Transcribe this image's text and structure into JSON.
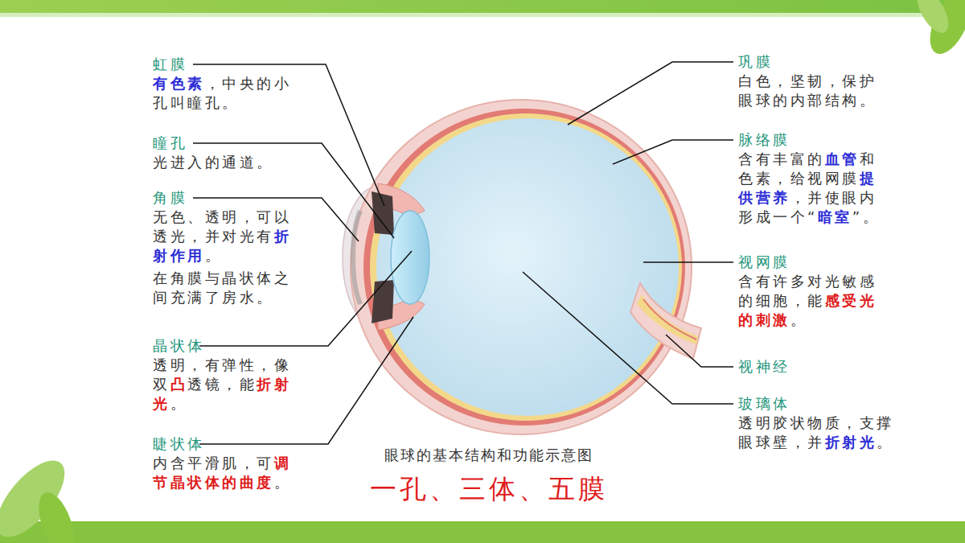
{
  "diagram": {
    "caption": "眼球的基本结构和功能示意图",
    "labels": [
      "虹膜",
      "有色素，中央的小孔叫瞳孔。",
      "瞳孔",
      "光进入的通道。",
      "角膜",
      "无色、透明，可以透光，并对光有折射作用。",
      "在角膜与晶状体之间充满了房水。",
      "晶状体",
      "透明，有弹性，像双凸透镜，能折射光。",
      "睫状体",
      "内含平滑肌，可调节晶状体的曲度。",
      "巩膜",
      "白色，坚韧，保护眼球的内部结构。",
      "脉络膜",
      "含有丰富的血管和色素，给视网膜提供营养，并使眼内形成一个“暗室”。",
      "视网膜",
      "含有许多对光敏感的细胞，能感受光的刺激。",
      "视神经",
      "玻璃体",
      "透明胶状物质，支撑眼球壁，并折射光。",
      "一孔、三体、五膜"
    ]
  }
}
